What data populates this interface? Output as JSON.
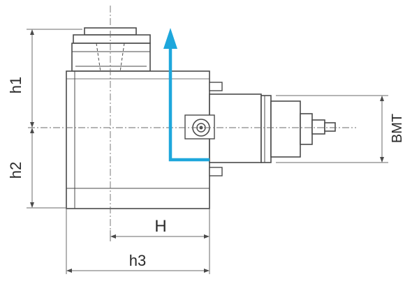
{
  "labels": {
    "h1": "h1",
    "h2": "h2",
    "H": "H",
    "h3": "h3",
    "bmt": "BMT"
  },
  "colors": {
    "line": "#4a4a4a",
    "body_fill": "#ffffff",
    "flow_arrow": "#1ea7dc",
    "text": "#2a2a2a"
  }
}
